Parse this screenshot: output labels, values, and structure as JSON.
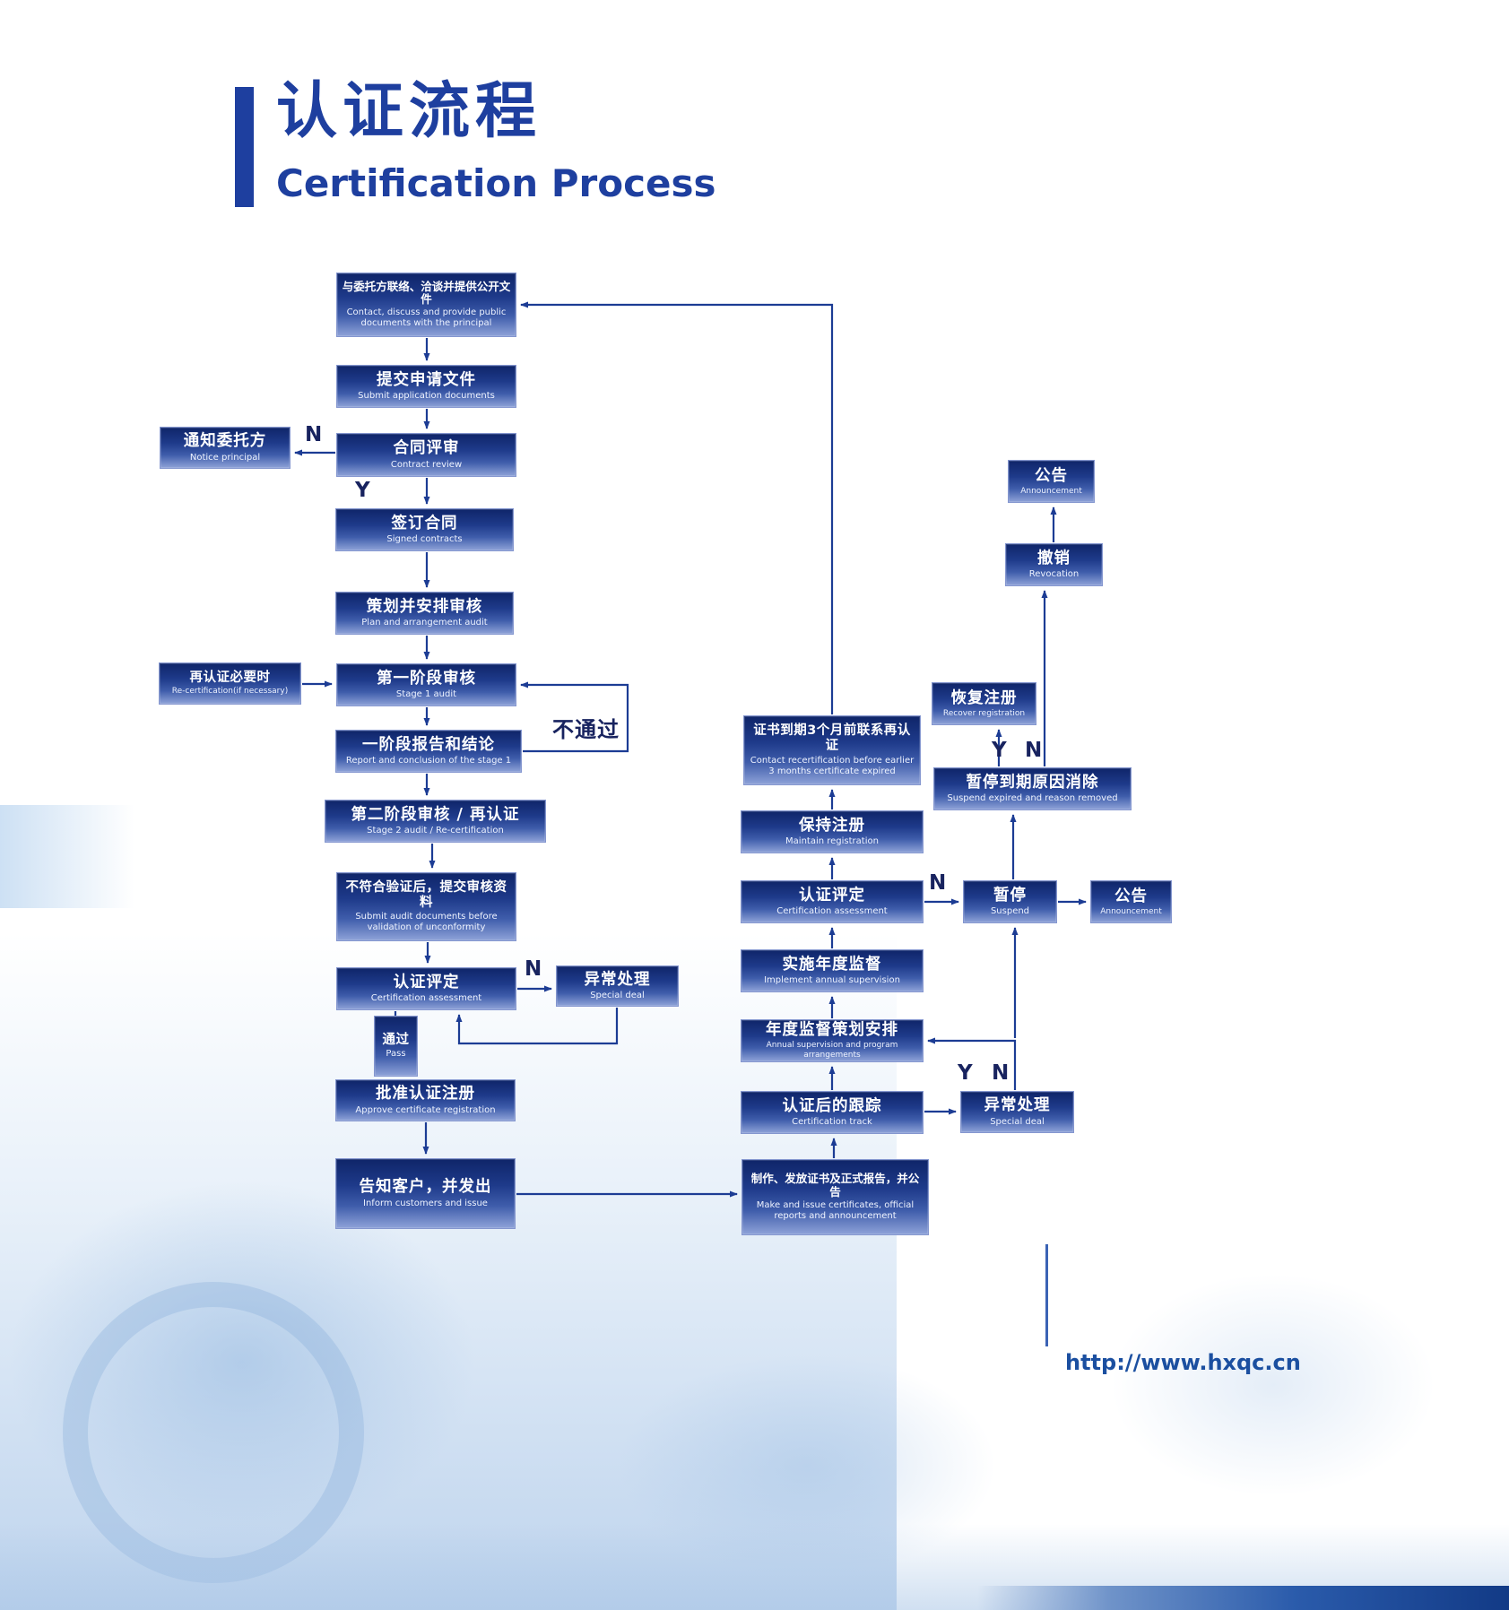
{
  "header": {
    "title_zh": "认证流程",
    "title_en": "Certification Process"
  },
  "footer": {
    "url": "http://www.hxqc.cn"
  },
  "colors": {
    "brand_blue": "#1e3f9f",
    "node_gradient_top": "#0f2569",
    "node_gradient_bottom": "#8ea2d8",
    "connector": "#1c3c94"
  },
  "labels": {
    "contract_no": "N",
    "contract_yes": "Y",
    "stage1_fail": "不通过",
    "assessment_a_no": "N",
    "assessment_b_no": "N",
    "expired_yes": "Y",
    "expired_no": "N",
    "annual_yes": "Y",
    "annual_no": "N"
  },
  "nodes": {
    "contact_principal": {
      "zh": "与委托方联络、洽谈并提供公开文件",
      "en": "Contact, discuss and provide public documents with the principal"
    },
    "submit_application": {
      "zh": "提交申请文件",
      "en": "Submit application documents"
    },
    "notice_principal": {
      "zh": "通知委托方",
      "en": "Notice principal"
    },
    "contract_review": {
      "zh": "合同评审",
      "en": "Contract review"
    },
    "signed_contracts": {
      "zh": "签订合同",
      "en": "Signed contracts"
    },
    "plan_audit": {
      "zh": "策划并安排审核",
      "en": "Plan and arrangement audit"
    },
    "recert_necessary": {
      "zh": "再认证必要时",
      "en": "Re-certification(if necessary)"
    },
    "stage1_audit": {
      "zh": "第一阶段审核",
      "en": "Stage 1 audit"
    },
    "stage1_report": {
      "zh": "一阶段报告和结论",
      "en": "Report and conclusion of the stage 1"
    },
    "stage2_audit": {
      "zh": "第二阶段审核 / 再认证",
      "en": "Stage 2 audit / Re-certification"
    },
    "submit_docs": {
      "zh": "不符合验证后，提交审核资料",
      "en": "Submit audit documents before validation of unconformity"
    },
    "cert_assessment_a": {
      "zh": "认证评定",
      "en": "Certification assessment"
    },
    "special_deal_a": {
      "zh": "异常处理",
      "en": "Special deal"
    },
    "pass": {
      "zh": "通过",
      "en": "Pass"
    },
    "approve_registration": {
      "zh": "批准认证注册",
      "en": "Approve certificate registration"
    },
    "inform_customers": {
      "zh": "告知客户，并发出",
      "en": "Inform customers and issue"
    },
    "make_issue": {
      "zh": "制作、发放证书及正式报告，并公告",
      "en": "Make and issue certificates, official reports and announcement"
    },
    "cert_track": {
      "zh": "认证后的跟踪",
      "en": "Certification track"
    },
    "special_deal_b": {
      "zh": "异常处理",
      "en": "Special deal"
    },
    "annual_arrangements": {
      "zh": "年度监督策划安排",
      "en": "Annual supervision and program arrangements"
    },
    "implement_supervision": {
      "zh": "实施年度监督",
      "en": "Implement annual supervision"
    },
    "cert_assessment_b": {
      "zh": "认证评定",
      "en": "Certification assessment"
    },
    "suspend": {
      "zh": "暂停",
      "en": "Suspend"
    },
    "announcement_mid": {
      "zh": "公告",
      "en": "Announcement"
    },
    "maintain_registration": {
      "zh": "保持注册",
      "en": "Maintain registration"
    },
    "contact_recert": {
      "zh": "证书到期3个月前联系再认证",
      "en": "Contact recertification before earlier 3 months certificate expired"
    },
    "recover_registration": {
      "zh": "恢复注册",
      "en": "Recover registration"
    },
    "suspend_expired": {
      "zh": "暂停到期原因消除",
      "en": "Suspend expired and reason removed"
    },
    "revocation": {
      "zh": "撤销",
      "en": "Revocation"
    },
    "announcement_top": {
      "zh": "公告",
      "en": "Announcement"
    }
  }
}
